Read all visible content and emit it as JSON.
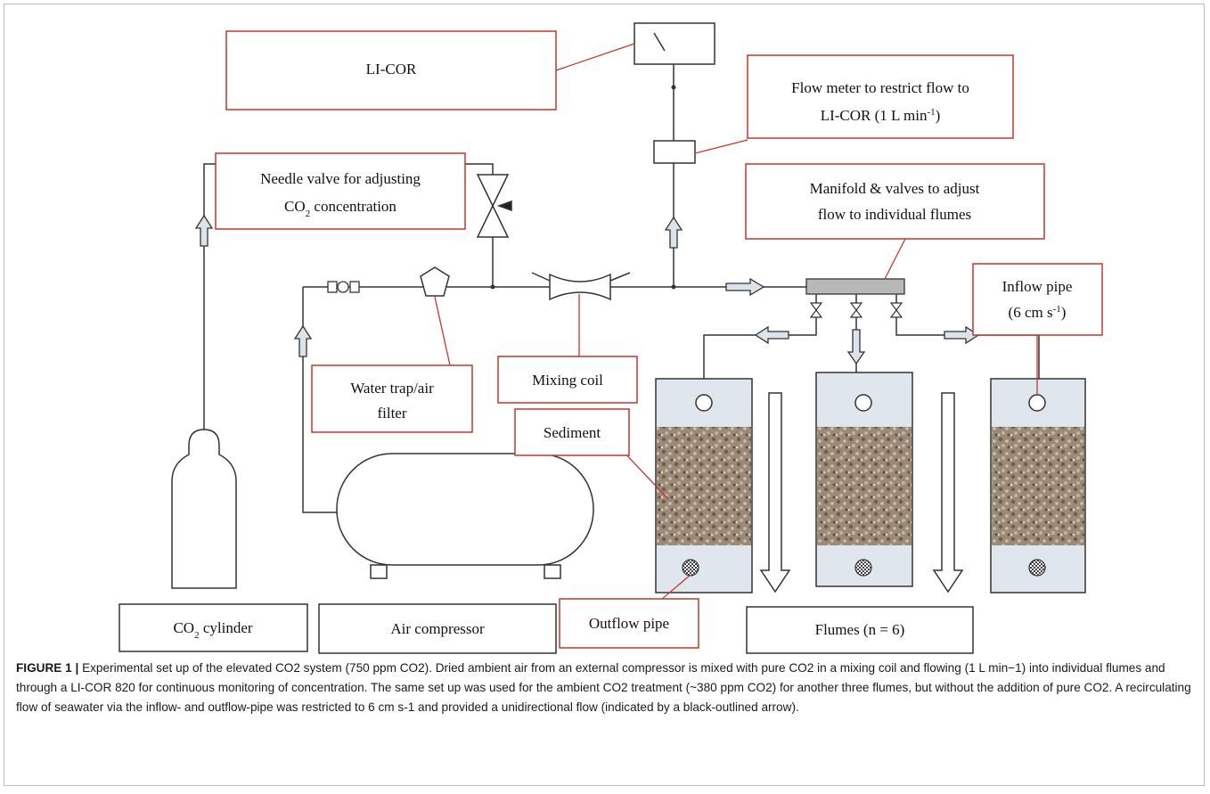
{
  "labels": {
    "licor": "LI-COR",
    "flow_meter_line1": "Flow meter to restrict flow to",
    "flow_meter_line2": "LI-COR (1 L min",
    "flow_meter_sup": "-1",
    "flow_meter_close": ")",
    "needle_line1": "Needle valve for adjusting",
    "needle_line2_a": "CO",
    "needle_line2_sub": "2",
    "needle_line2_b": " concentration",
    "manifold_line1": "Manifold & valves to adjust",
    "manifold_line2": "flow to individual flumes",
    "inflow_line1": "Inflow pipe",
    "inflow_line2_a": "(6 cm s",
    "inflow_line2_sup": "-1",
    "inflow_line2_b": ")",
    "water_trap_line1": "Water trap/air",
    "water_trap_line2": "filter",
    "mixing_coil": "Mixing coil",
    "sediment": "Sediment",
    "co2_cyl_a": "CO",
    "co2_cyl_sub": "2",
    "co2_cyl_b": " cylinder",
    "air_compressor": "Air compressor",
    "outflow_pipe": "Outflow pipe",
    "flumes": "Flumes (n = 6)"
  },
  "caption": {
    "figure_label": "FIGURE 1 |",
    "text": "Experimental set up of the elevated CO2 system (750 ppm CO2). Dried ambient air from an external compressor is mixed with pure CO2 in a mixing coil and flowing (1 L min−1) into individual flumes and through a LI-COR 820 for continuous monitoring of concentration. The same set up was used for the ambient CO2 treatment (~380 ppm CO2) for another three flumes, but without the addition of pure CO2. A recirculating flow of seawater via the inflow- and outflow-pipe was restricted to 6 cm s-1 and provided a unidirectional flow (indicated by a black-outlined arrow)."
  },
  "colors": {
    "callout_border": "#c0392b",
    "line": "#333333",
    "arrow_fill": "#dde3ea",
    "flume_water": "#dfe6ee",
    "manifold": "#b8b8b8"
  }
}
